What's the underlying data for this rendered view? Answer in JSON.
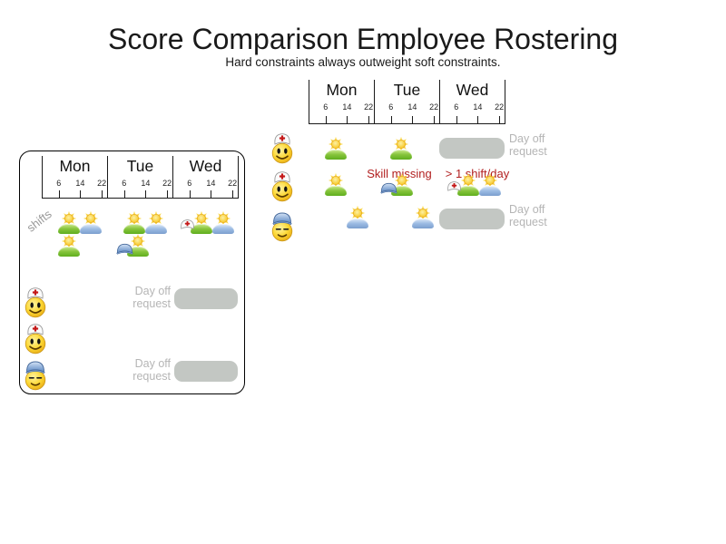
{
  "title": "Score Comparison Employee Rostering",
  "subtitle": "Hard constraints always outweight soft constraints.",
  "calendar": {
    "days": [
      "Mon",
      "Tue",
      "Wed"
    ],
    "ticks": [
      "6",
      "14",
      "22"
    ]
  },
  "labels": {
    "shifts": "shifts",
    "day_off_1": "Day off",
    "day_off_2": "request",
    "skill_missing": "Skill missing",
    "over_one_shift": "> 1 shift/day"
  },
  "colors": {
    "annotation_red": "#b22020",
    "day_shift_green": "#74b92e",
    "late_shift_blue": "#7fa8d8",
    "day_off_gray": "#c3c7c3",
    "muted_text_gray": "#b5b5b5"
  },
  "icons": {
    "sun": "sun-icon",
    "nurse": "nurse-smiley-icon",
    "builder": "builder-smiley-icon",
    "nurse_cap": "nurse-cap-icon",
    "hard_hat": "hard-hat-icon"
  },
  "problem_shifts": {
    "Mon": [
      "green 6-14",
      "blue 14-22",
      "green 6-14"
    ],
    "Tue": [
      "green 6-14",
      "blue 14-22",
      "green 6-14 (builder skill)"
    ],
    "Wed": [
      "green 6-14 (nurse skill)",
      "blue 14-22"
    ]
  },
  "solution_roster": {
    "employees": [
      {
        "role": "nurse",
        "shifts": [
          "Mon 6-14",
          "Tue 6-14"
        ],
        "day_off_request": "Wed"
      },
      {
        "role": "nurse",
        "shifts": [
          "Mon 6-14",
          "Tue 6-14 skill missing",
          "Wed 6-14",
          "Wed 14-22"
        ],
        "violations": [
          "Skill missing",
          "> 1 shift/day"
        ]
      },
      {
        "role": "builder",
        "shifts": [
          "Mon 14-22",
          "Tue 14-22"
        ],
        "day_off_request": "Wed"
      }
    ]
  }
}
